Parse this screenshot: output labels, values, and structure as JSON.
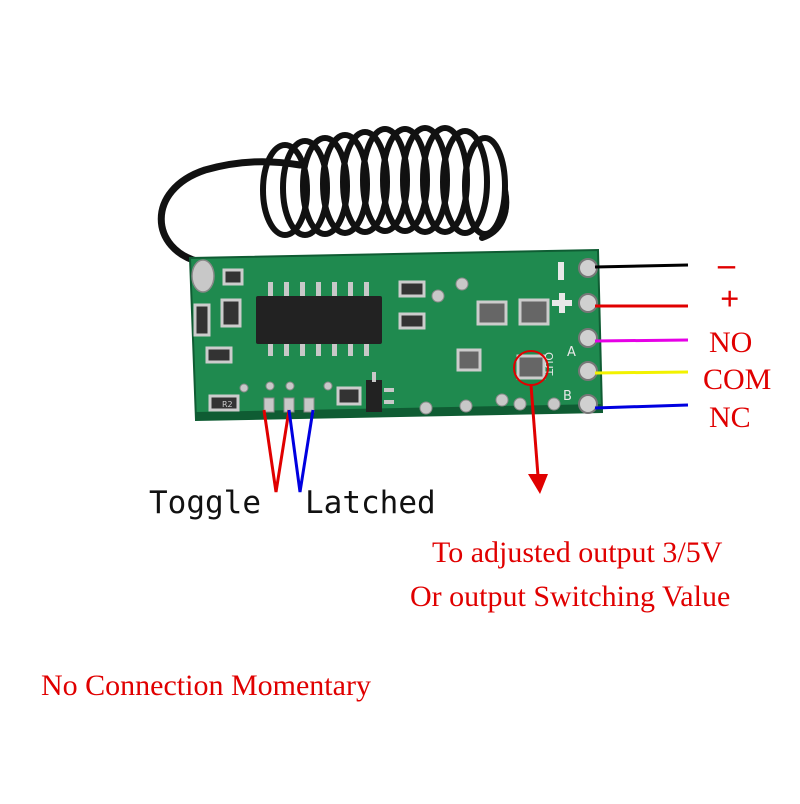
{
  "pins": {
    "minus": "–",
    "plus": "+",
    "no": "NO",
    "com": "COM",
    "nc": "NC"
  },
  "board_marks": {
    "out": "OUT",
    "a": "A",
    "b": "B",
    "chip_code": "R2"
  },
  "jumper_labels": {
    "toggle": "Toggle",
    "latched": "Latched"
  },
  "output_note": {
    "line1": "To adjusted output 3/5V",
    "line2": "Or output Switching Value"
  },
  "footer_note": "No Connection Momentary",
  "colors": {
    "pcb": "#1f8a4f",
    "wire_black": "#000000",
    "wire_red": "#e00000",
    "wire_magenta": "#e600e6",
    "wire_yellow": "#f2f200",
    "wire_blue": "#0000e0",
    "text_red": "#e00000"
  }
}
